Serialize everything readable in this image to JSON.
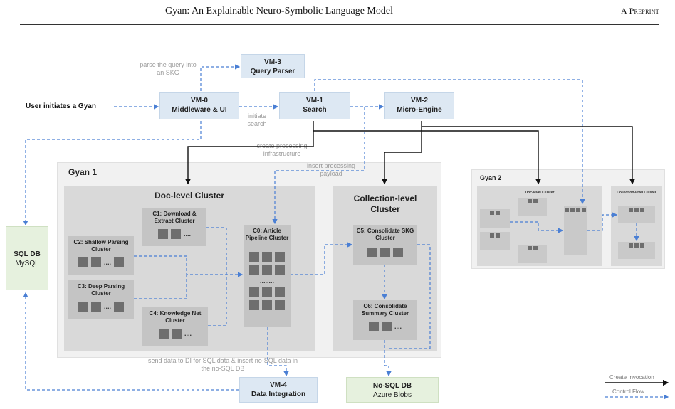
{
  "header": {
    "title": "Gyan: An Explainable Neuro-Symbolic Language Model",
    "tag": "A Preprint"
  },
  "vms": {
    "vm3": {
      "name": "VM-3",
      "role": "Query Parser"
    },
    "vm0": {
      "name": "VM-0",
      "role": "Middleware & UI"
    },
    "vm1": {
      "name": "VM-1",
      "role": "Search"
    },
    "vm2": {
      "name": "VM-2",
      "role": "Micro-Engine"
    },
    "vm4": {
      "name": "VM-4",
      "role": "Data Integration"
    }
  },
  "stores": {
    "sql": {
      "name": "SQL DB",
      "engine": "MySQL"
    },
    "nosql": {
      "name": "No-SQL DB",
      "engine": "Azure Blobs"
    }
  },
  "user_label": "User initiates a Gyan",
  "notes": {
    "parse": "parse the query into an SKG",
    "initiate": "initiate search",
    "create": "create processing infrastructure",
    "insert": "insert processing payload",
    "send": "send data to DI for SQL data & insert no-SQL data in the no-SQL DB"
  },
  "gyan1": {
    "title": "Gyan 1",
    "doc_cluster": "Doc-level Cluster",
    "collection_cluster": "Collection-level Cluster",
    "c1": "C1: Download & Extract Cluster",
    "c2": "C2: Shallow Parsing Cluster",
    "c3": "C3: Deep Parsing Cluster",
    "c4": "C4: Knowledge Net Cluster",
    "c0": "C0: Article Pipeline Cluster",
    "c5": "C5: Consolidate SKG Cluster",
    "c6": "C6: Consolidate Summary Cluster",
    "ellipsis": "....",
    "ellipsis_long": "........"
  },
  "gyan2": {
    "title": "Gyan 2",
    "doc_cluster": "Doc-level Cluster",
    "collection_cluster": "Collection-level Cluster"
  },
  "legend": {
    "create": "Create Invocation",
    "control": "Control Flow"
  },
  "colors": {
    "vm_fill": "#dde8f3",
    "store_fill": "#e6f1de",
    "control_flow": "#4a7fd4",
    "invocation": "#111111"
  }
}
